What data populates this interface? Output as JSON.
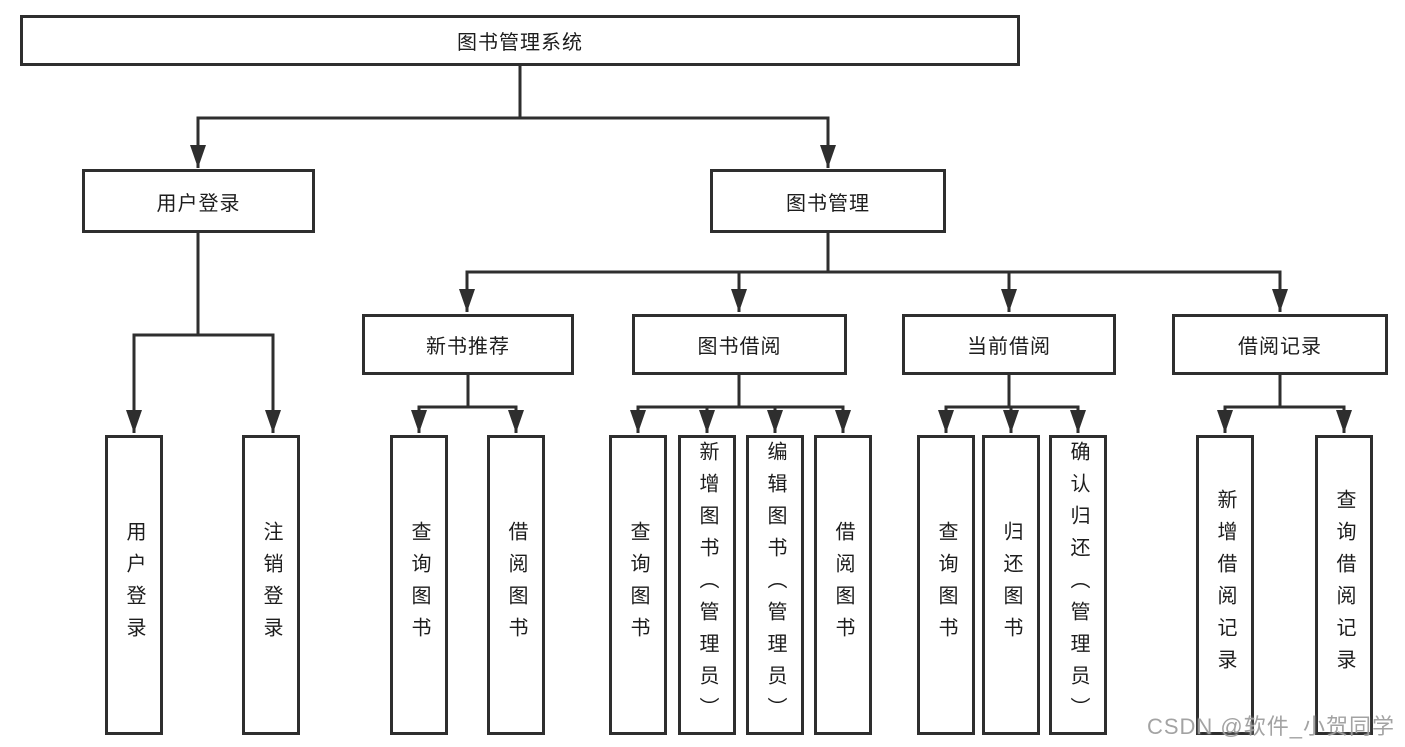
{
  "tree": {
    "label": "图书管理系统",
    "children": [
      {
        "label": "用户登录",
        "children": [
          {
            "label": "用户登录"
          },
          {
            "label": "注销登录"
          }
        ]
      },
      {
        "label": "图书管理",
        "children": [
          {
            "label": "新书推荐",
            "children": [
              {
                "label": "查询图书"
              },
              {
                "label": "借阅图书"
              }
            ]
          },
          {
            "label": "图书借阅",
            "children": [
              {
                "label": "查询图书"
              },
              {
                "label": "新增图书（管理员）"
              },
              {
                "label": "编辑图书（管理员）"
              },
              {
                "label": "借阅图书"
              }
            ]
          },
          {
            "label": "当前借阅",
            "children": [
              {
                "label": "查询图书"
              },
              {
                "label": "归还图书"
              },
              {
                "label": "确认归还（管理员）"
              }
            ]
          },
          {
            "label": "借阅记录",
            "children": [
              {
                "label": "新增借阅记录"
              },
              {
                "label": "查询借阅记录"
              }
            ]
          }
        ]
      }
    ]
  },
  "watermark": {
    "text": "CSDN @软件_小贺同学"
  },
  "colors": {
    "line": "#2e2e2e",
    "box_border": "#2e2e2e",
    "text": "#1d1d1d",
    "watermark": "#9e9e9e",
    "background": "#ffffff"
  }
}
